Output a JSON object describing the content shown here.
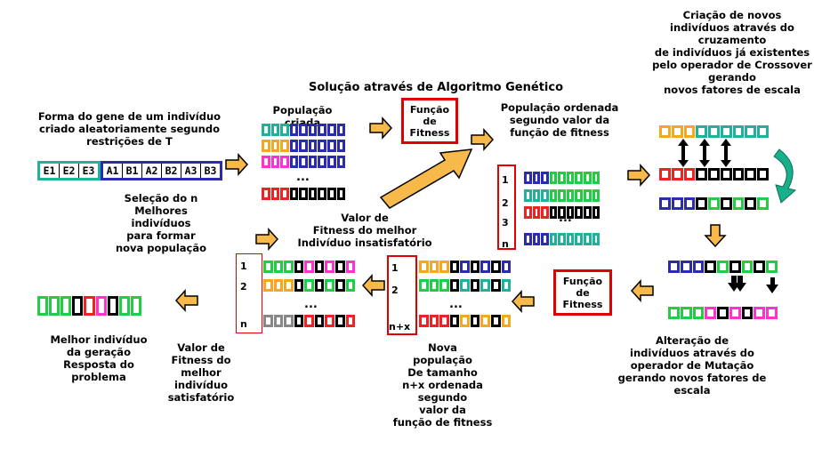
{
  "title": "Solução através de Algoritmo Genético",
  "labels": {
    "gene_form": "Forma do gene de um indivíduo\ncriado aleatoriamente segundo\nrestrições de T",
    "pop_created": "População criada",
    "pop_sorted": "População ordenada\nsegundo valor da\nfunção de fitness",
    "crossover": "Criação de novos\nindivíduos através do\ncruzamento\nde indivíduos já existentes\npelo operador de Crossover\ngerando\nnovos fatores de escala",
    "selection": "Seleção do n\nMelhores\nindivíduos\npara formar\nnova população",
    "fitness_best_bad": "Valor de\nFitness do melhor\nIndivíduo insatisfatório",
    "best_individual": "Melhor indivíduo\nda geração\nResposta do\nproblema",
    "fitness_best_good": "Valor de\nFitness do\nmelhor\nindivíduo\nsatisfatório",
    "new_pop": "Nova\npopulação\nDe tamanho\nn+x ordenada\nsegundo\nvalor da\nfunção de fitness",
    "mutation": "Alteração de\nindivíduos através do\noperador de Mutação\ngerando novos fatores de\nescala"
  },
  "fitness_box_1": "Função\nde\nFitness",
  "fitness_box_2": "Função\nde\nFitness",
  "gene_segments": [
    "E1",
    "E2",
    "E3",
    "A1",
    "B1",
    "A2",
    "B2",
    "A3",
    "B3"
  ],
  "index_sorted": [
    "1",
    "2",
    "3",
    "n"
  ],
  "index_selected": [
    "1",
    "2",
    "n"
  ],
  "index_new": [
    "1",
    "2",
    "n+x"
  ],
  "ellipsis": "...",
  "colors": {
    "teal": "#1fb19a",
    "blue": "#2b2bb0",
    "orange": "#f5a623",
    "green": "#22cc44",
    "red": "#ee2222",
    "magenta": "#ff33cc",
    "black": "#000000",
    "gray": "#888888",
    "arrow_fill": "#f7b94a",
    "curve_arrow": "#18b08a",
    "frame_red": "#e00000"
  },
  "icons": [
    "block-arrow-right",
    "block-arrow-left",
    "block-arrow-down",
    "block-arrow-up-right",
    "curved-arrow-down",
    "down-arrow"
  ]
}
